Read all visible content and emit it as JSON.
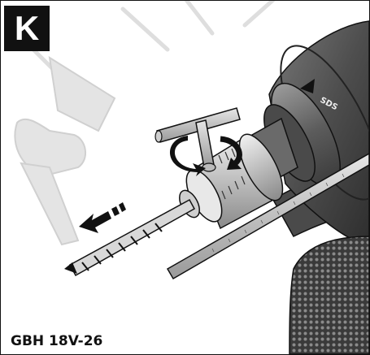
{
  "figure": {
    "step_letter": "K",
    "model_label": "GBH 18V-26",
    "chuck_marking": "SDS",
    "icons": [
      "chuck-key-icon",
      "rotation-arrow-icon",
      "removal-direction-arrow-icon"
    ],
    "colors": {
      "ink": "#111111",
      "drill_body": "#5a5a5a",
      "drill_dark": "#3a3a3a",
      "chuck_light": "#cfcfcf",
      "watermark": "#dcdcdc"
    }
  }
}
